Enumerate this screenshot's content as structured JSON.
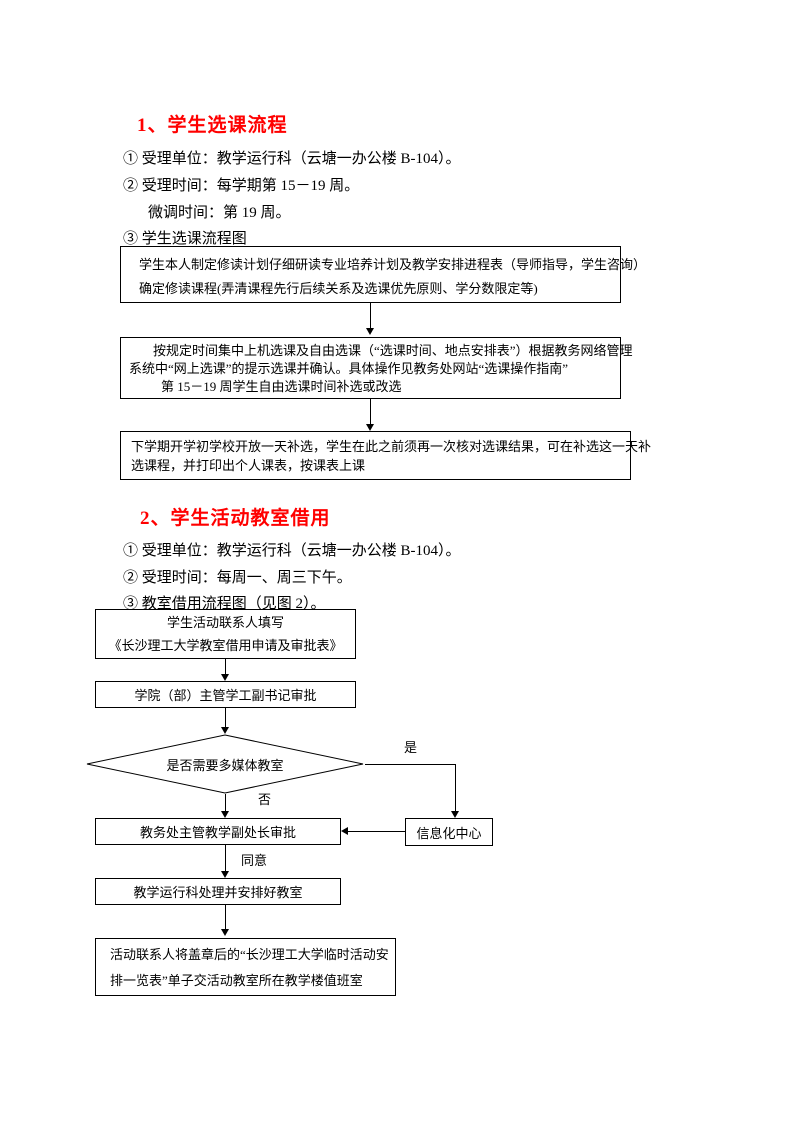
{
  "accent_color": "#FF0000",
  "s1": {
    "title": "1、学生选课流程",
    "item1": "①  受理单位：教学运行科（云塘一办公楼 B-104）。",
    "item2": "②  受理时间：每学期第 15－19 周。",
    "item3": "微调时间：第 19 周。",
    "item4": "③  学生选课流程图",
    "box1_l1": "学生本人制定修读计划仔细研读专业培养计划及教学安排进程表（导师指导，学生咨询）",
    "box1_l2": "确定修读课程(弄清课程先行后续关系及选课优先原则、学分数限定等)",
    "box2_l1": "按规定时间集中上机选课及自由选课（“选课时间、地点安排表”）根据教务网络管理",
    "box2_l2": "系统中“网上选课”的提示选课并确认。具体操作见教务处网站“选课操作指南”",
    "box2_l3": "第 15－19 周学生自由选课时间补选或改选",
    "box3_l1": "下学期开学初学校开放一天补选，学生在此之前须再一次核对选课结果，可在补选这一天补",
    "box3_l2": "选课程，并打印出个人课表，按课表上课"
  },
  "s2": {
    "title": "2、学生活动教室借用",
    "item1": "①  受理单位：教学运行科（云塘一办公楼 B-104）。",
    "item2": "②  受理时间：每周一、周三下午。",
    "item3": "③  教室借用流程图（见图 2）。",
    "boxA_l1": "学生活动联系人填写",
    "boxA_l2": "《长沙理工大学教室借用申请及审批表》",
    "boxB": "学院（部）主管学工副书记审批",
    "diamond": "是否需要多媒体教室",
    "yes_label": "是",
    "no_label": "否",
    "agree_label": "同意",
    "boxC": "教务处主管教学副处长审批",
    "info_center": "信息化中心",
    "boxD": "教学运行科处理并安排好教室",
    "boxE_l1": "活动联系人将盖章后的“长沙理工大学临时活动安",
    "boxE_l2": "排一览表”单子交活动教室所在教学楼值班室"
  }
}
